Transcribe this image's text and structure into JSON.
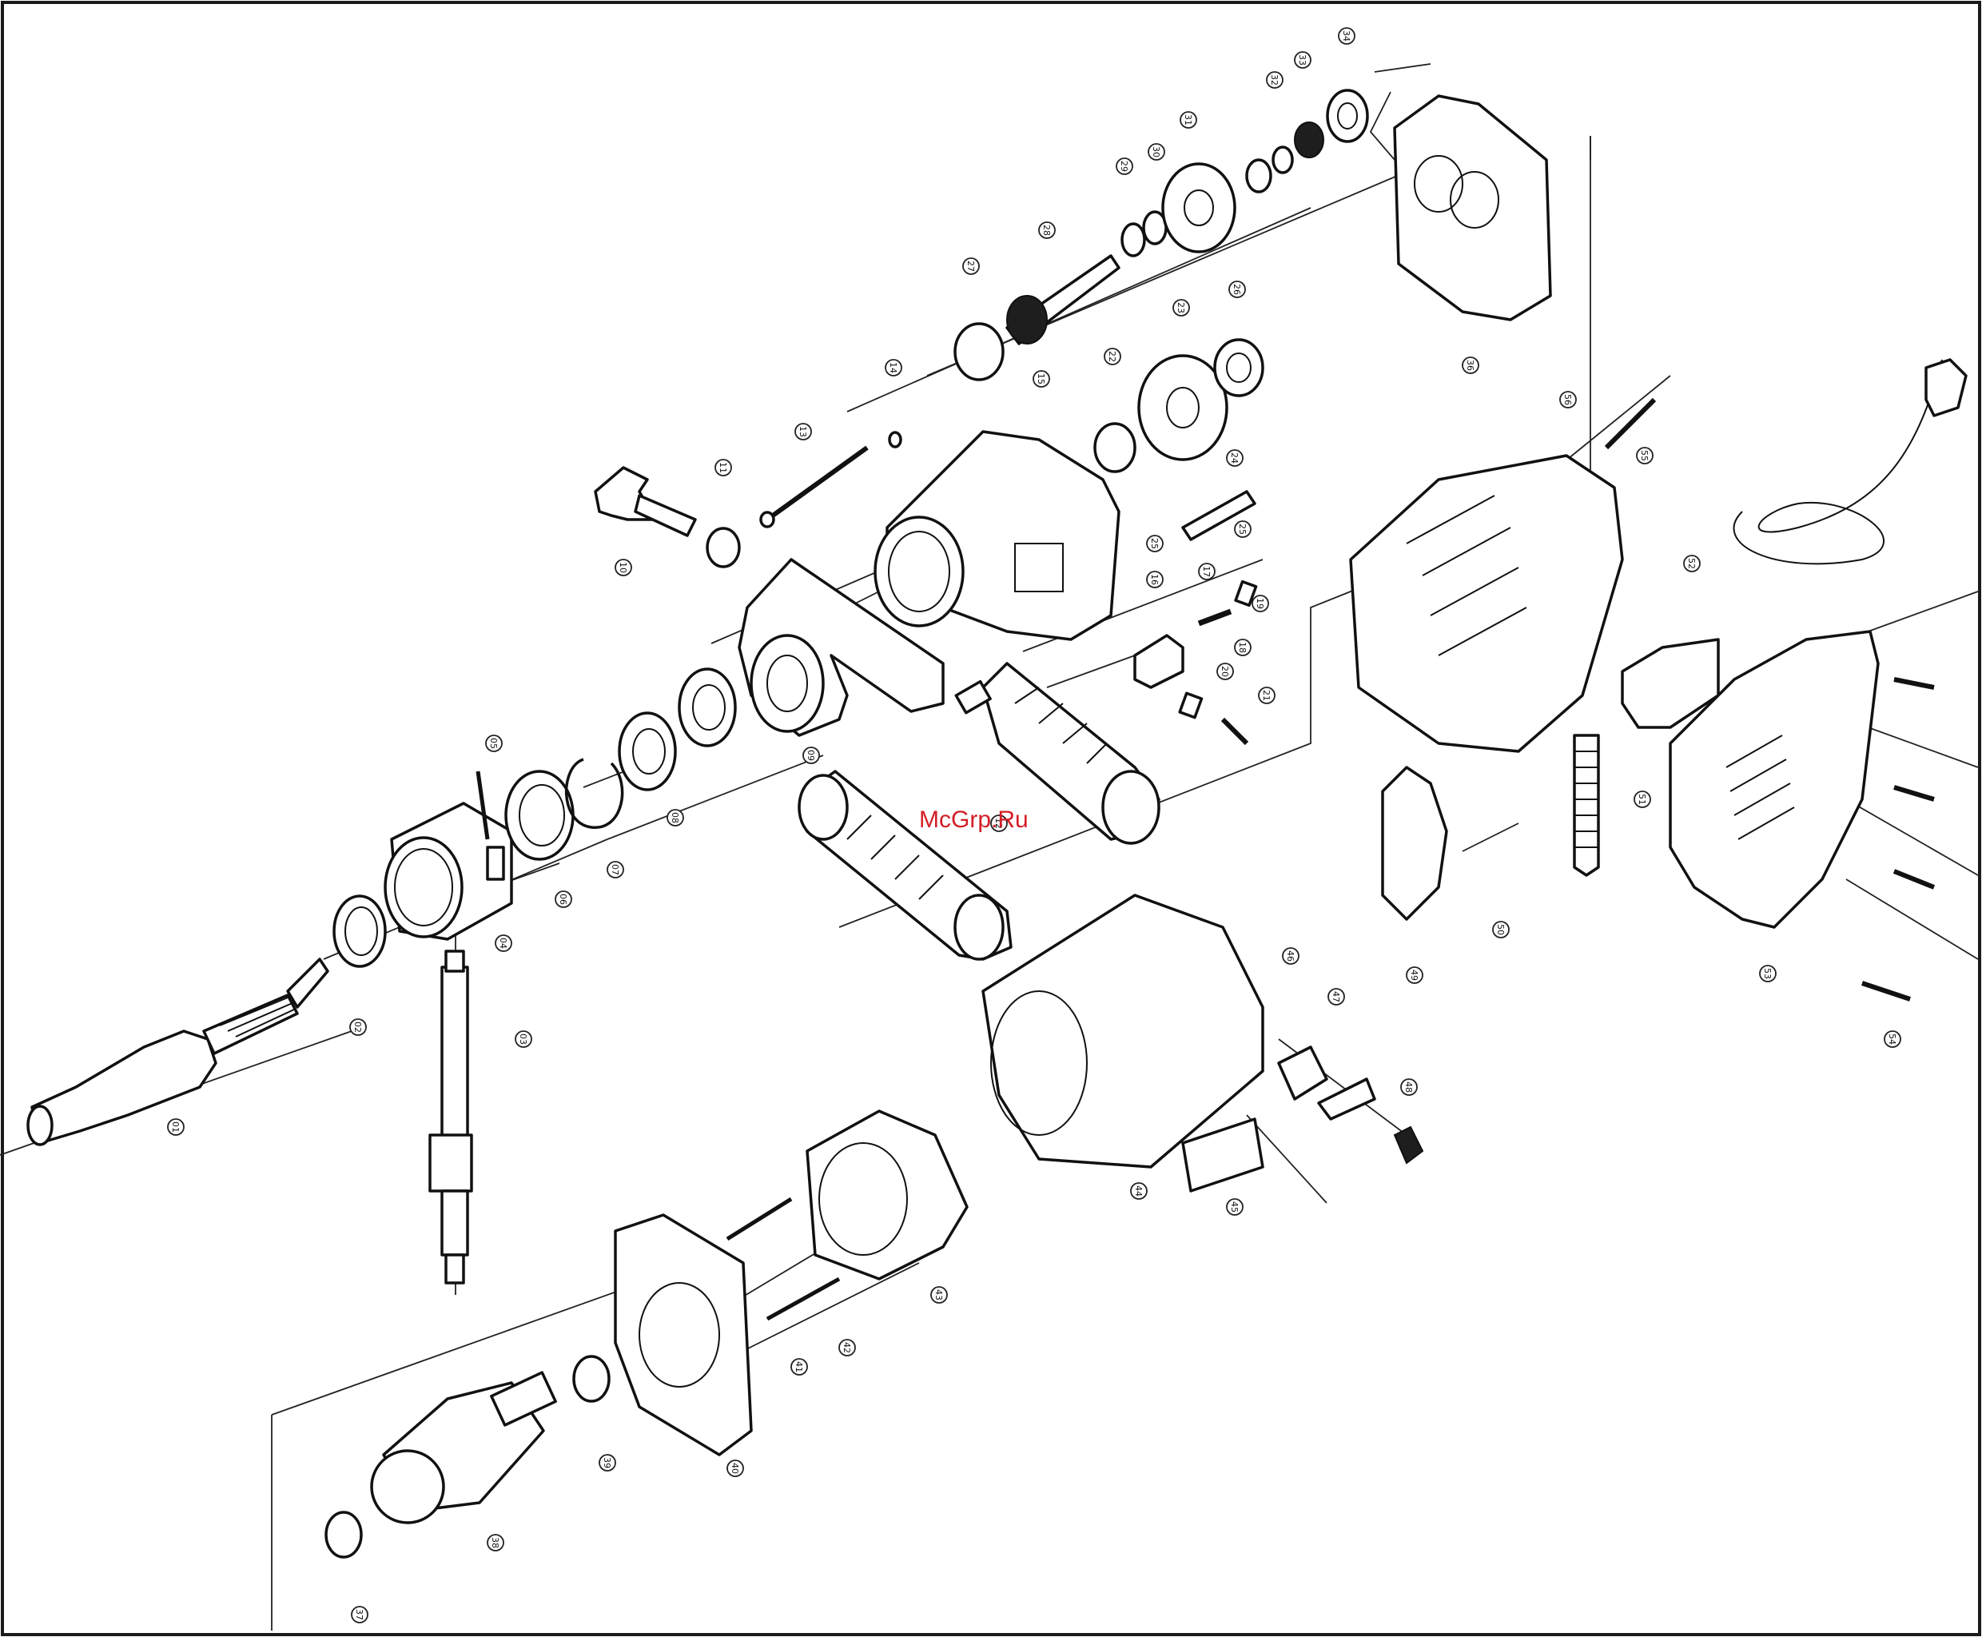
{
  "watermark": "McGrp.Ru",
  "colors": {
    "line": "#111111",
    "watermark": "#d31e25",
    "background": "#ffffff"
  },
  "callouts": [
    {
      "id": "01"
    },
    {
      "id": "02"
    },
    {
      "id": "03"
    },
    {
      "id": "04"
    },
    {
      "id": "05"
    },
    {
      "id": "06"
    },
    {
      "id": "07"
    },
    {
      "id": "08"
    },
    {
      "id": "09"
    },
    {
      "id": "10"
    },
    {
      "id": "11"
    },
    {
      "id": "12"
    },
    {
      "id": "13"
    },
    {
      "id": "14"
    },
    {
      "id": "15"
    },
    {
      "id": "16"
    },
    {
      "id": "17"
    },
    {
      "id": "18"
    },
    {
      "id": "19"
    },
    {
      "id": "20"
    },
    {
      "id": "21"
    },
    {
      "id": "22"
    },
    {
      "id": "23"
    },
    {
      "id": "24"
    },
    {
      "id": "25"
    },
    {
      "id": "25b",
      "label": "25"
    },
    {
      "id": "26"
    },
    {
      "id": "27"
    },
    {
      "id": "28"
    },
    {
      "id": "29"
    },
    {
      "id": "30"
    },
    {
      "id": "31"
    },
    {
      "id": "32"
    },
    {
      "id": "33"
    },
    {
      "id": "34"
    },
    {
      "id": "36"
    },
    {
      "id": "37"
    },
    {
      "id": "38"
    },
    {
      "id": "39"
    },
    {
      "id": "40"
    },
    {
      "id": "41"
    },
    {
      "id": "42"
    },
    {
      "id": "43"
    },
    {
      "id": "44"
    },
    {
      "id": "45"
    },
    {
      "id": "46"
    },
    {
      "id": "47"
    },
    {
      "id": "48"
    },
    {
      "id": "49"
    },
    {
      "id": "50"
    },
    {
      "id": "51"
    },
    {
      "id": "52"
    },
    {
      "id": "53"
    },
    {
      "id": "54"
    },
    {
      "id": "55"
    },
    {
      "id": "56"
    }
  ]
}
